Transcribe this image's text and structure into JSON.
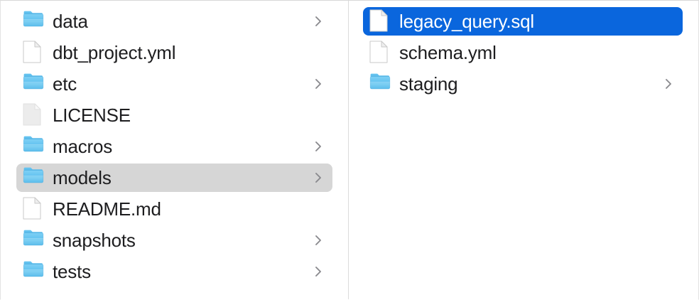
{
  "app": {
    "view": "column-browser",
    "colors": {
      "selection_active": "#0a66dd",
      "selection_inactive": "#d6d6d6",
      "folder_blue": "#54bdf0",
      "text": "#1d1d1f",
      "text_selected": "#ffffff",
      "divider": "#dcdcdc",
      "background": "#ffffff"
    }
  },
  "columns": [
    {
      "name": "column-1",
      "items": [
        {
          "label": "data",
          "kind": "folder",
          "icon": "folder-icon",
          "has_chevron": true,
          "selected": false,
          "selection": "none"
        },
        {
          "label": "dbt_project.yml",
          "kind": "file",
          "icon": "file-icon",
          "has_chevron": false,
          "selected": false,
          "selection": "none"
        },
        {
          "label": "etc",
          "kind": "folder",
          "icon": "folder-icon",
          "has_chevron": true,
          "selected": false,
          "selection": "none"
        },
        {
          "label": "LICENSE",
          "kind": "generic-file",
          "icon": "generic-file-icon",
          "has_chevron": false,
          "selected": false,
          "selection": "none"
        },
        {
          "label": "macros",
          "kind": "folder",
          "icon": "folder-icon",
          "has_chevron": true,
          "selected": false,
          "selection": "none"
        },
        {
          "label": "models",
          "kind": "folder",
          "icon": "folder-icon",
          "has_chevron": true,
          "selected": true,
          "selection": "inactive"
        },
        {
          "label": "README.md",
          "kind": "file",
          "icon": "file-icon",
          "has_chevron": false,
          "selected": false,
          "selection": "none"
        },
        {
          "label": "snapshots",
          "kind": "folder",
          "icon": "folder-icon",
          "has_chevron": true,
          "selected": false,
          "selection": "none"
        },
        {
          "label": "tests",
          "kind": "folder",
          "icon": "folder-icon",
          "has_chevron": true,
          "selected": false,
          "selection": "none"
        }
      ]
    },
    {
      "name": "column-2",
      "items": [
        {
          "label": "legacy_query.sql",
          "kind": "file",
          "icon": "file-icon",
          "has_chevron": false,
          "selected": true,
          "selection": "active"
        },
        {
          "label": "schema.yml",
          "kind": "file",
          "icon": "file-icon",
          "has_chevron": false,
          "selected": false,
          "selection": "none"
        },
        {
          "label": "staging",
          "kind": "folder",
          "icon": "folder-icon",
          "has_chevron": true,
          "selected": false,
          "selection": "none"
        }
      ]
    }
  ]
}
